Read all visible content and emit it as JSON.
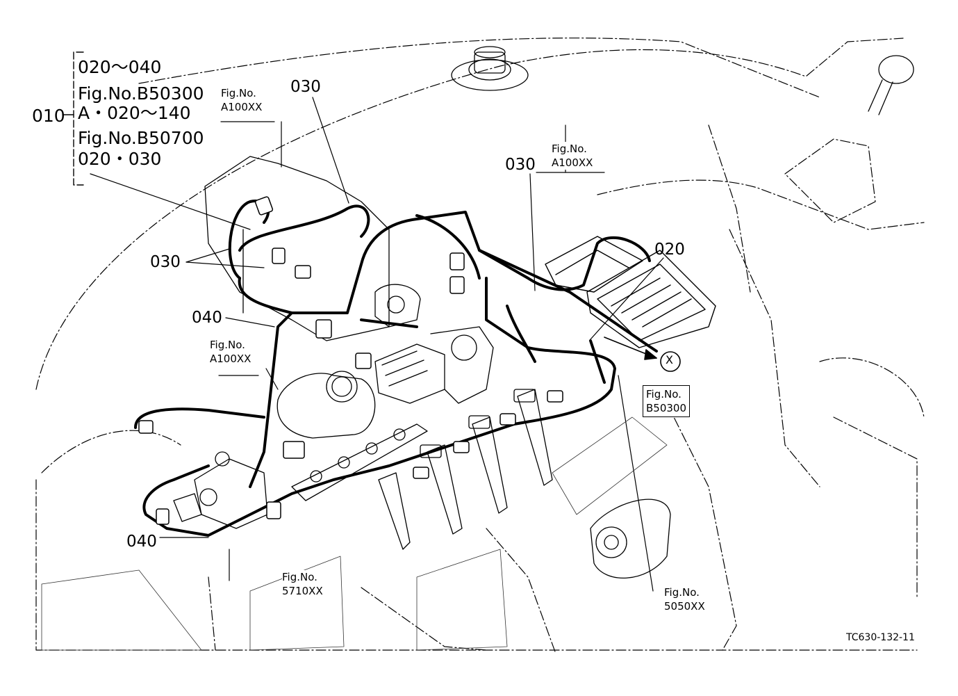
{
  "callouts": {
    "c010": "010",
    "c030_top": "030",
    "c030_right": "030",
    "c030_left": "030",
    "c040_mid": "040",
    "c040_bottom": "040",
    "c020": "020"
  },
  "bracket_note": {
    "line1": "020～040",
    "line2": "Fig.No.B50300",
    "line3": "A・020～140",
    "line4": "Fig.No.B50700",
    "line5": "020・030"
  },
  "fig_refs": {
    "top_left": {
      "label": "Fig.No.",
      "number": "A100XX"
    },
    "top_right": {
      "label": "Fig.No.",
      "number": "A100XX"
    },
    "mid_left": {
      "label": "Fig.No.",
      "number": "A100XX"
    },
    "x_ref": {
      "symbol": "X",
      "label": "Fig.No.",
      "number": "B50300"
    },
    "bottom_left": {
      "label": "Fig.No.",
      "number": "5710XX"
    },
    "bottom_right": {
      "label": "Fig.No.",
      "number": "5050XX"
    }
  },
  "drawing_code": "TC630-132-11",
  "colors": {
    "line": "#000000",
    "background": "#ffffff"
  }
}
